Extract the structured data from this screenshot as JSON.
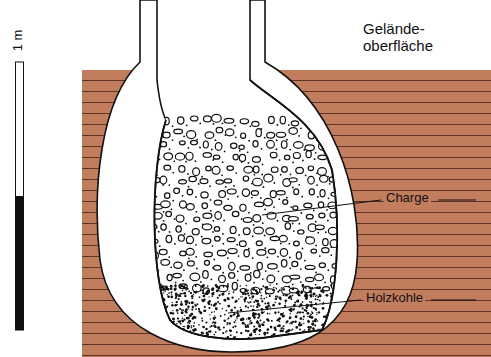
{
  "diagram": {
    "labels": [
      "1 m",
      "Gelände- oberfläche",
      "Charge",
      "Holzkohle"
    ]
  }
}
